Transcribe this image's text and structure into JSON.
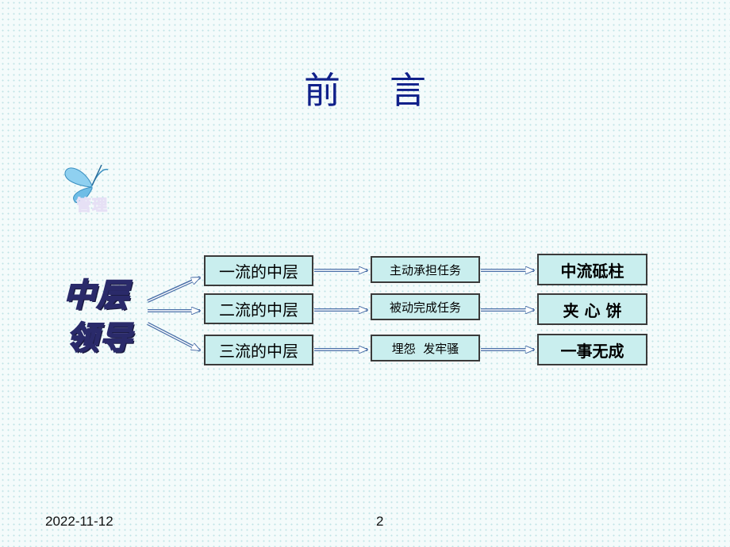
{
  "slide": {
    "title": [
      "前",
      "言"
    ],
    "logo_text": "管理",
    "left_label": [
      "中层",
      "领导"
    ],
    "rows": [
      {
        "level": "一流的中层",
        "attitude": "主动承担任务",
        "result": "中流砥柱"
      },
      {
        "level": "二流的中层",
        "attitude": "被动完成任务",
        "result": "夹 心 饼"
      },
      {
        "level": "三流的中层",
        "attitude": "埋怨  发牢骚",
        "result": "一事无成"
      }
    ],
    "footer": {
      "date": "2022-11-12",
      "page": "2"
    }
  },
  "colors": {
    "title": "#10208a",
    "box_fill": "#c9eeee",
    "arrow": "#4a6fa8"
  }
}
